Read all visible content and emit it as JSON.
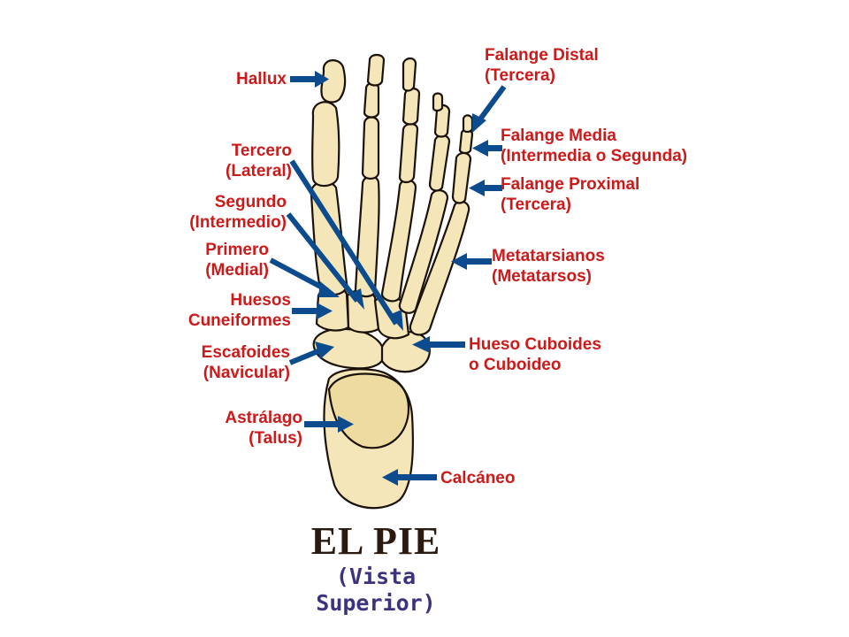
{
  "colors": {
    "label": "#cc1a1a",
    "arrow": "#0d4b8f",
    "bone_fill": "#f4e6b8",
    "bone_outline": "#1a120a",
    "title": "#2a1a10",
    "subtitle": "#3b3380"
  },
  "title": "EL PIE",
  "subtitle": "(Vista Superior)",
  "labels": {
    "hallux": [
      "Hallux"
    ],
    "tercero": [
      "Tercero",
      "(Lateral)"
    ],
    "segundo": [
      "Segundo",
      "(Intermedio)"
    ],
    "primero": [
      "Primero",
      "(Medial)"
    ],
    "cuneiformes": [
      "Huesos",
      "Cuneiformes"
    ],
    "escafoides": [
      "Escafoides",
      "(Navicular)"
    ],
    "astragalo": [
      "Astrálago",
      "(Talus)"
    ],
    "falange_distal": [
      "Falange Distal",
      "(Tercera)"
    ],
    "falange_media": [
      "Falange Media",
      "(Intermedia o Segunda)"
    ],
    "falange_proximal": [
      "Falange Proximal",
      "(Tercera)"
    ],
    "metatarsianos": [
      "Metatarsianos",
      "(Metatarsos)"
    ],
    "cuboides": [
      "Hueso Cuboides",
      "o Cuboideo"
    ],
    "calcaneo": [
      "Calcáneo"
    ]
  }
}
